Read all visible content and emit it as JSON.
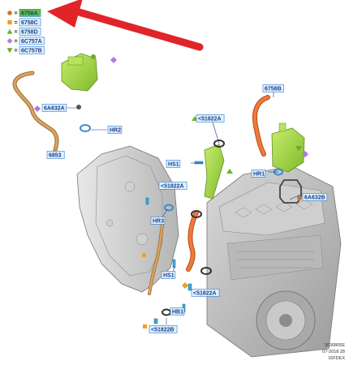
{
  "legend": [
    {
      "key": "6758A",
      "shape": "circle",
      "color": "#c8762c",
      "highlight": true
    },
    {
      "key": "6758C",
      "shape": "square",
      "color": "#f0a020",
      "highlight": false
    },
    {
      "key": "6758D",
      "shape": "triangle-up",
      "color": "#64b82a",
      "highlight": false
    },
    {
      "key": "6C757A",
      "shape": "diamond",
      "color": "#b07bd6",
      "highlight": false
    },
    {
      "key": "6C757B",
      "shape": "triangle-down",
      "color": "#6aaa2a",
      "highlight": false
    }
  ],
  "legend_separator": "=",
  "callouts": {
    "c_6A632A": "6A632A",
    "c_HR2": "HR2",
    "c_6853": "6853",
    "c_6758B": "6758B",
    "c_51822A_top": "<51822A",
    "c_HS1_top": "HS1",
    "c_HR1": "HR1",
    "c_6A632B": "6A632B",
    "c_51822A_mid": "<51822A",
    "c_HR3": "HR3",
    "c_HS1_bottom": "HS1",
    "c_51822A_low": "<51822A",
    "c_HB1": "HB1",
    "c_51822B": "<51822B"
  },
  "footer": {
    "line1": "3030805E",
    "line2": "07-2018 28",
    "line3": "16FDEX"
  },
  "colors": {
    "arrow": "#e0242a",
    "highlight_label_bg": "#5cc53a",
    "label_bg": "#dff2ff",
    "label_border": "#2a78c8",
    "hose_orange": "#e06a2c",
    "hose_tan": "#d09a52",
    "part_green": "#a6d84a",
    "engine_gray": "#bdbdbd"
  }
}
